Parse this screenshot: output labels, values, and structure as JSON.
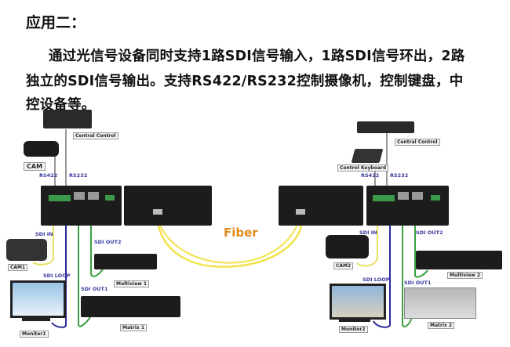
{
  "heading": "应用二：",
  "description": [
    "通过光信号设备同时支持1路SDI信号输入，1路SDI信号环出，2路",
    "独立的SDI信号输出。支持RS422/RS232控制摄像机，控制键盘，中",
    "控设备等。"
  ],
  "diagram": {
    "fiber_label": "Fiber",
    "left": {
      "central_control": "Central Control",
      "cam": "CAM",
      "rs422": "RS422",
      "rs232": "RS232",
      "sdi_in": "SDI IN",
      "cam1": "CAM1",
      "sdi_out2": "SDI OUT2",
      "multiview": "Multiview 1",
      "sdi_loop": "SDI LOOP",
      "sdi_out1": "SDI OUT1",
      "monitor": "Monitor1",
      "matrix": "Matrix 1"
    },
    "right": {
      "central_control": "Central Control",
      "control_keyboard": "Control Keyboard",
      "rs422": "RS422",
      "rs232": "RS232",
      "sdi_in": "SDI IN",
      "cam2": "CAM2",
      "sdi_out2": "SDI OUT2",
      "multiview": "Multiview 2",
      "sdi_loop": "SDI LOOP",
      "sdi_out1": "SDI OUT1",
      "monitor": "Monitor2",
      "matrix": "Matrix 2"
    },
    "colors": {
      "fiber": "#f2e24a",
      "sdi_in": "#e8e060",
      "sdi_loop": "#2a2a9a",
      "sdi_out": "#3aa040",
      "label": "#e08a1e"
    }
  }
}
